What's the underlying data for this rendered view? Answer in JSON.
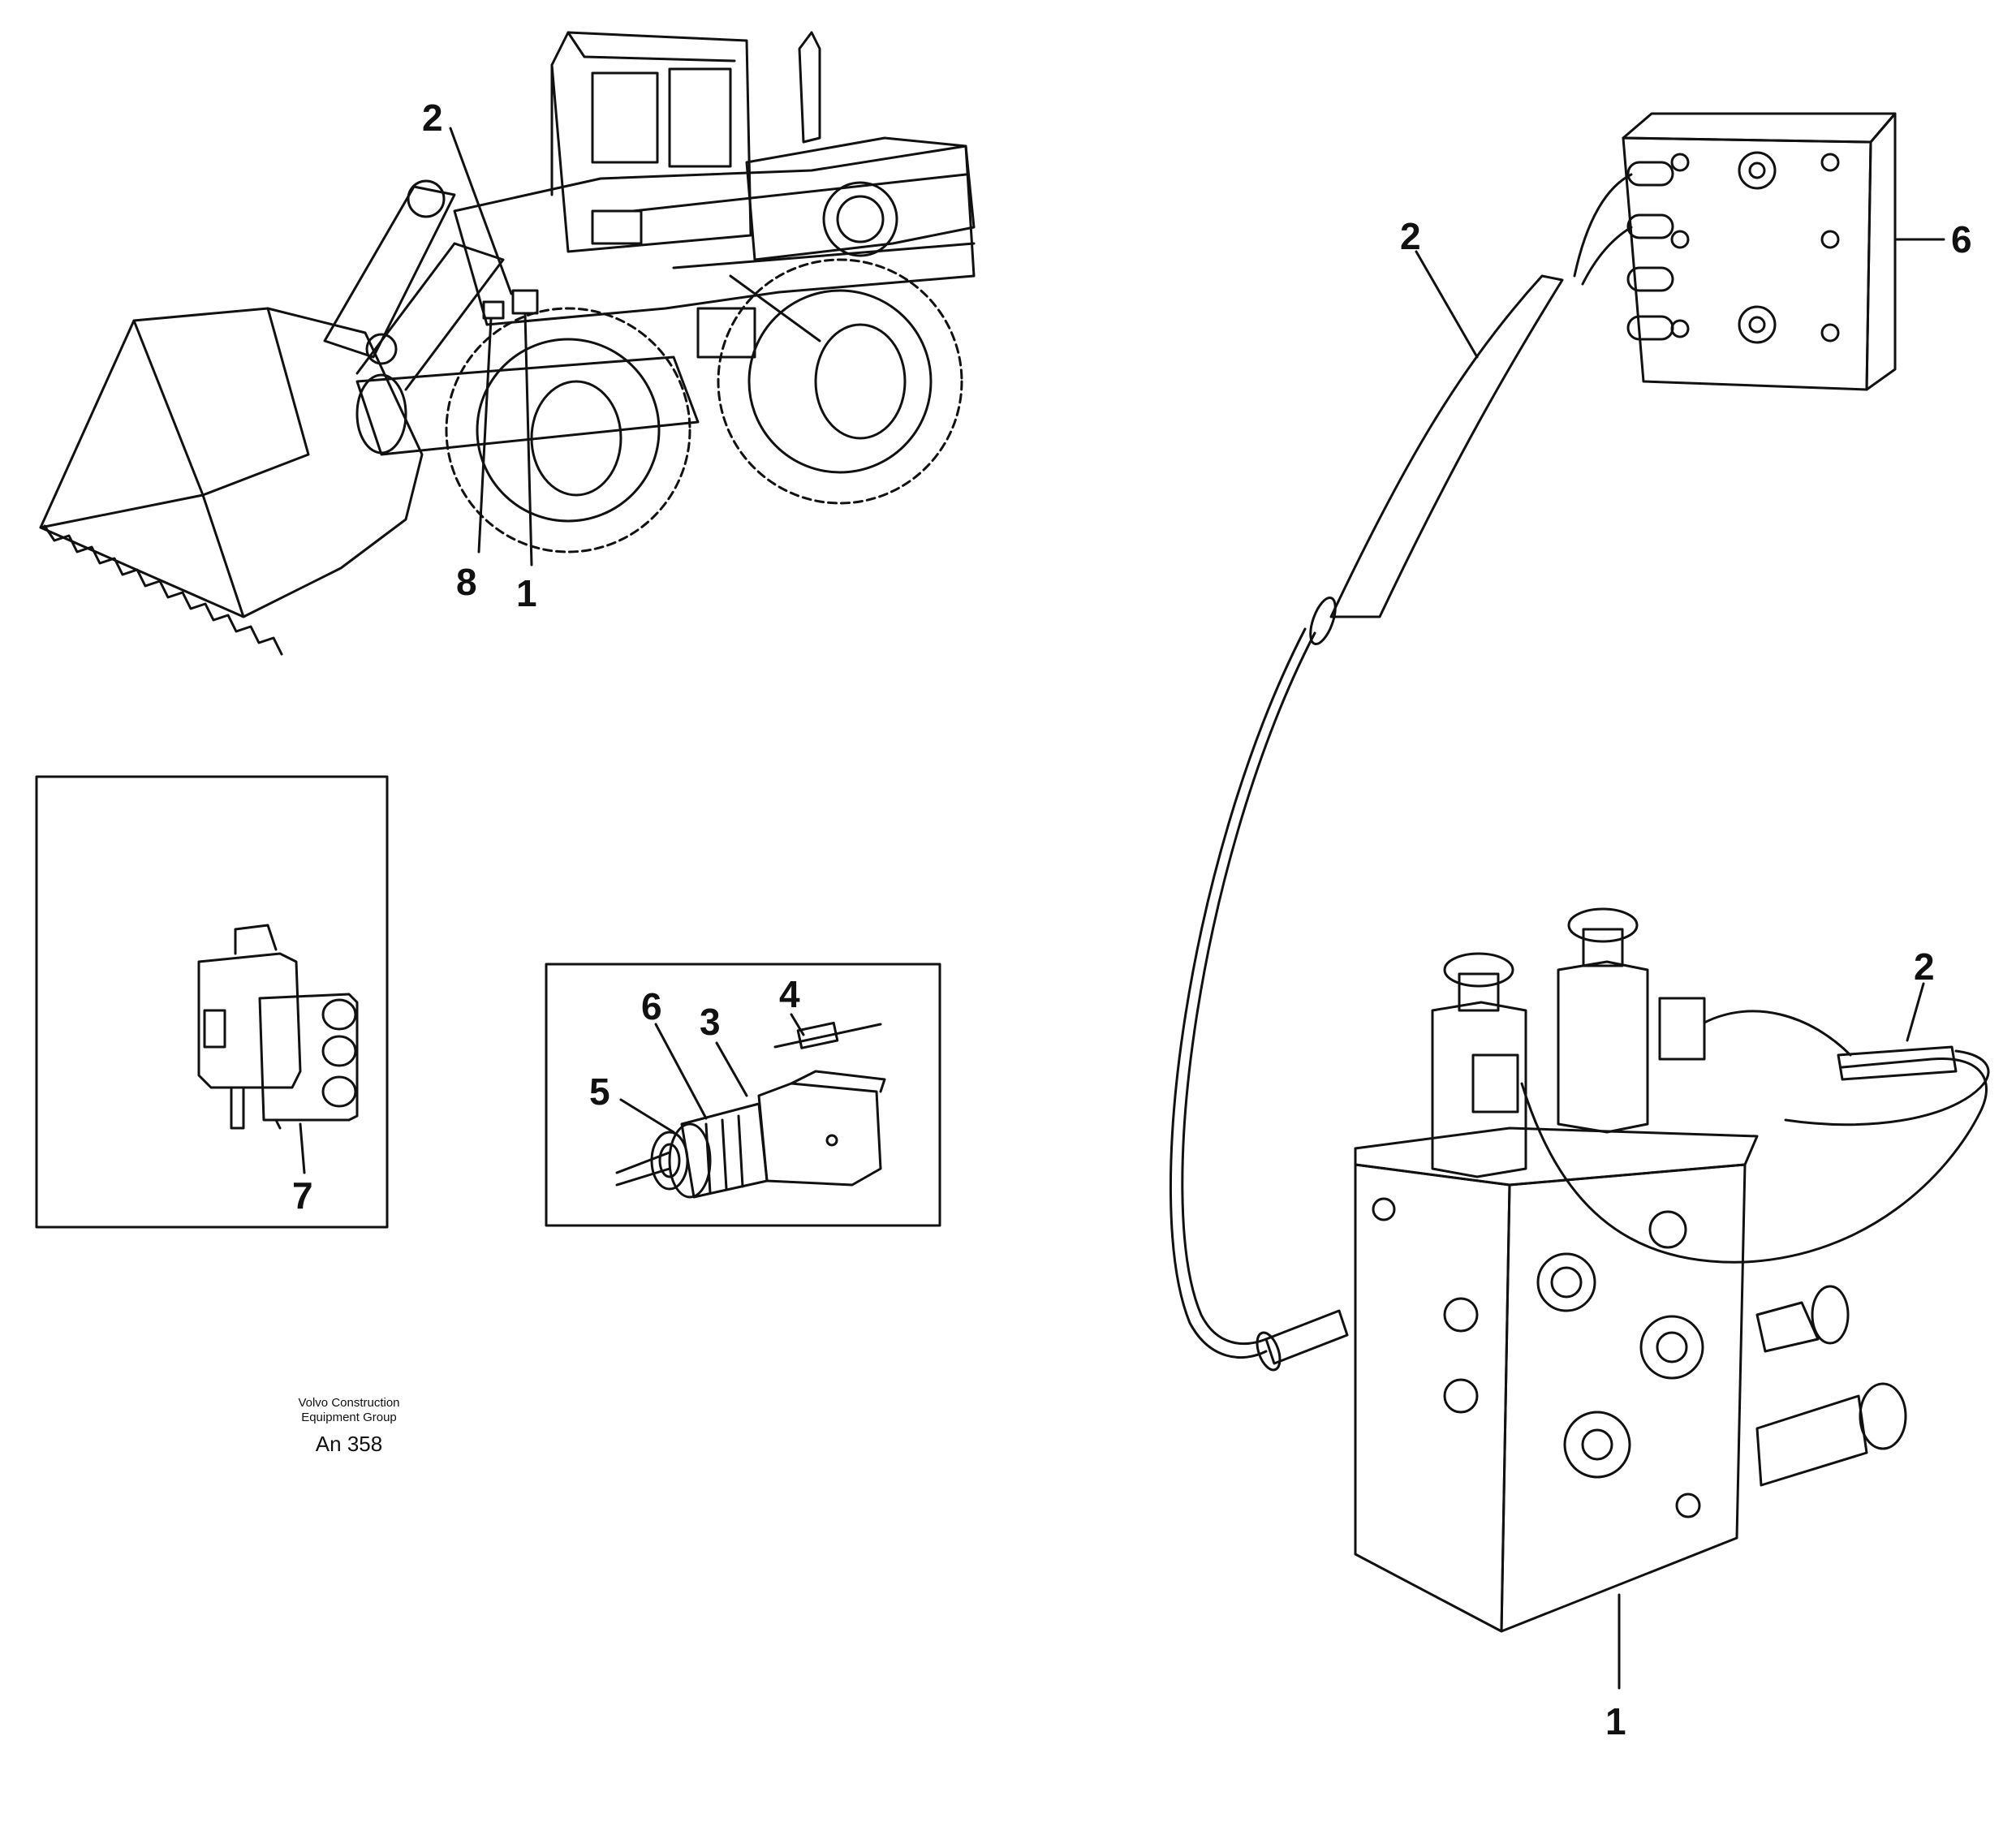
{
  "callouts": {
    "loader_2": "2",
    "loader_8": "8",
    "loader_1": "1",
    "cable_2_top": "2",
    "box_6": "6",
    "connector_7": "7",
    "inset_6": "6",
    "inset_3": "3",
    "inset_4": "4",
    "inset_5": "5",
    "valve_2": "2",
    "valve_1": "1"
  },
  "caption": {
    "company_line1": "Volvo Construction",
    "company_line2": "Equipment Group",
    "drawing_number": "An 358"
  }
}
